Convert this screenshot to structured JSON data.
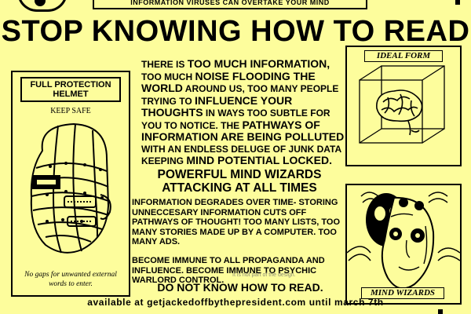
{
  "top_banner": "INFORMATION VIRUSES CAN OVERTAKE YOUR MIND",
  "headline": "STOP KNOWING HOW TO READ",
  "helmet_panel": {
    "title": "FULL PROTECTION HELMET",
    "subtitle": "KEEP SAFE",
    "caption": "No gaps for unwanted external words to enter."
  },
  "ideal_form_panel": {
    "title": "IDEAL FORM"
  },
  "mind_wizards_panel": {
    "title": "MIND WIZARDS"
  },
  "paragraph1": {
    "s1": "THERE IS ",
    "s2": "TOO MUCH INFORMATION,",
    "s3": " TOO MUCH ",
    "s4": "NOISE FLOODING THE WORLD",
    "s5": " AROUND US, TOO MANY PEOPLE TRYING TO ",
    "s6": "INFLUENCE YOUR THOUGHTS",
    "s7": " IN WAYS TOO SUBTLE FOR YOU TO NOTICE. THE ",
    "s8": "PATHWAYS OF INFORMATION ARE BEING POLLUTED",
    "s9": " WITH AN ENDLESS DELUGE OF JUNK DATA KEEPING ",
    "s10": "MIND POTENTIAL LOCKED."
  },
  "subheading": {
    "line1": "POWERFUL MIND WIZARDS",
    "line2": "ATTACKING AT ALL TIMES"
  },
  "paragraph2": "INFORMATION DEGRADES OVER TIME- STORING UNNECCESARY INFORMATION CUTS OFF PATHWAYS OF THOUGHT! TOO MANY LISTS, TOO MANY STORIES MADE UP BY A COMPUTER. TOO MANY ADS.",
  "paragraph3": "BECOME IMMUNE TO ALL PROPAGANDA AND INFLUENCE. BECOME IMMUNE TO PSYCHIC WARLORD CONTROL.",
  "final_line": "DO NOT KNOW HOW TO READ.",
  "watermark": "It is not part of the design.",
  "footer": "available at getjackedoffbythepresident.com until march 7th"
}
